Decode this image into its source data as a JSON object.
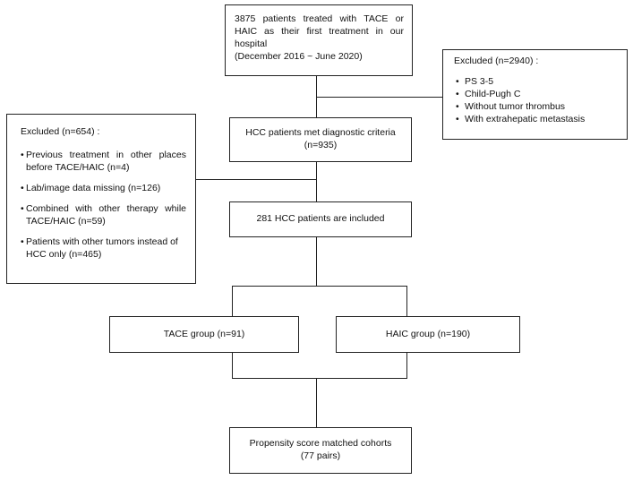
{
  "box_start": {
    "lines": [
      "3875 patients treated with TACE or HAIC as their first treatment in our hospital",
      "(December 2016 ~ June 2020)"
    ]
  },
  "excluded_right": {
    "title": "Excluded (n=2940) :",
    "items": [
      "PS 3-5",
      "Child-Pugh C",
      "Without tumor thrombus",
      "With extrahepatic metastasis"
    ]
  },
  "box_diagnostic": {
    "line1": "HCC patients met diagnostic criteria",
    "line2": "(n=935)"
  },
  "excluded_left": {
    "title": "Excluded (n=654) :",
    "items": [
      "Previous treatment in other places before TACE/HAIC (n=4)",
      "Lab/image data missing (n=126)",
      "Combined with other therapy while TACE/HAIC (n=59)",
      "Patients with other tumors instead of HCC only (n=465)"
    ]
  },
  "box_included": {
    "text": "281 HCC patients are included"
  },
  "box_tace": {
    "text": "TACE group (n=91)"
  },
  "box_haic": {
    "text": "HAIC group (n=190)"
  },
  "box_matched": {
    "line1": "Propensity score matched cohorts",
    "line2": "(77 pairs)"
  }
}
